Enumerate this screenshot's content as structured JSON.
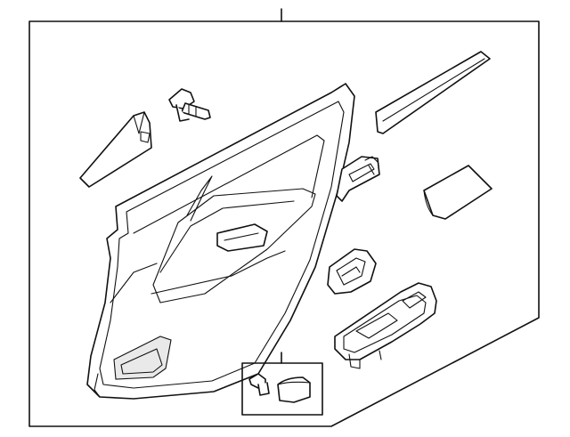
{
  "diagram": {
    "kind": "exploded-parts-view",
    "line_color": "#111111",
    "background_color": "#ffffff",
    "parts": [
      "assembly-leader-line",
      "panel-boundary",
      "door-trim-panel",
      "upper-trim-piece",
      "clip",
      "garnish-strip",
      "inner-handle",
      "sound-pad",
      "switch-bezel",
      "armrest-base",
      "bulb-and-lens-callout"
    ]
  }
}
